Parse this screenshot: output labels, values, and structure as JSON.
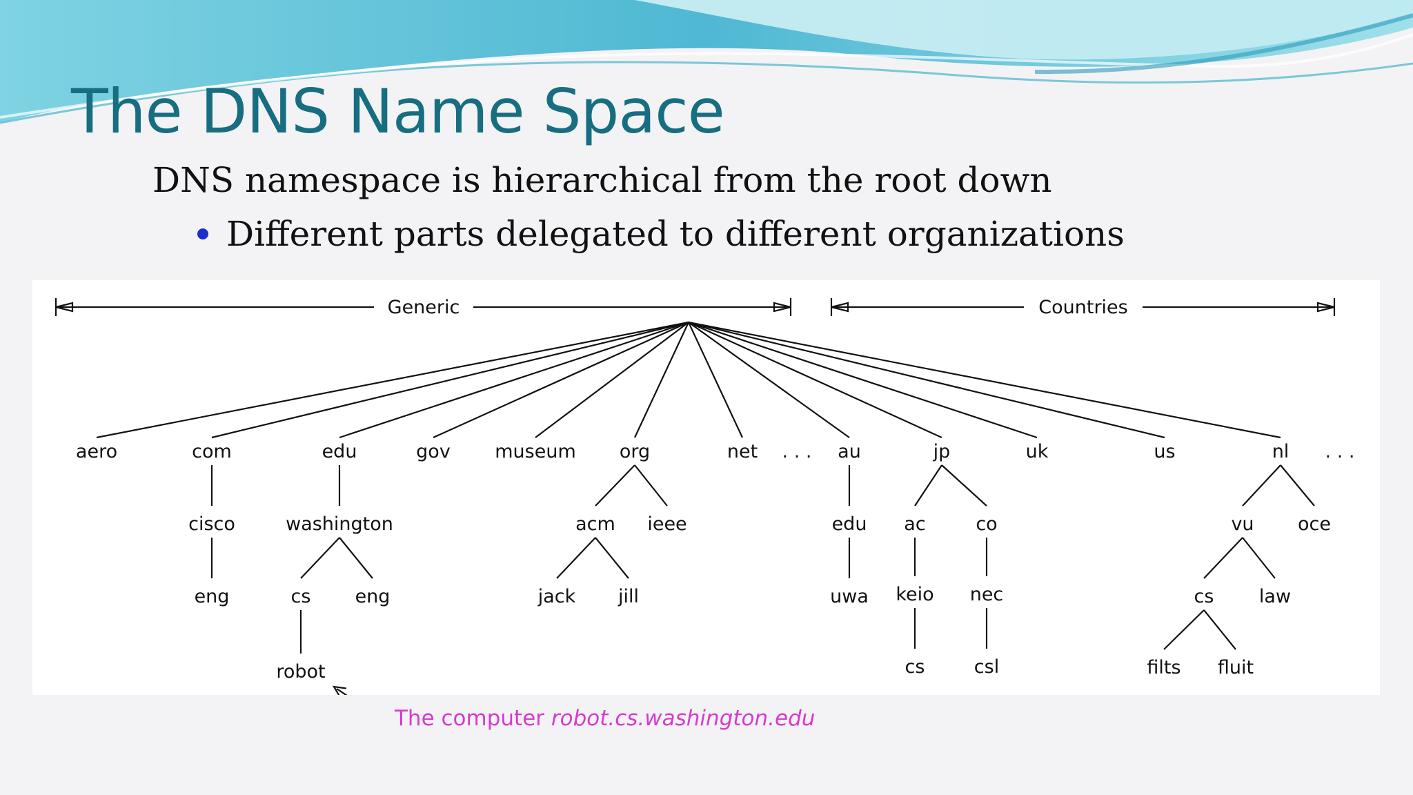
{
  "slide": {
    "title": "The DNS Name Space",
    "subtitle": "DNS namespace is hierarchical from the root down",
    "bullet": "Different parts delegated to different organizations",
    "caption_prefix": "The computer ",
    "caption_domain": "robot.cs.washington.edu"
  },
  "colors": {
    "title": "#176e80",
    "bullet": "#1f2ec8",
    "caption": "#d63bcf",
    "wave_light": "#bfeaf0",
    "wave_mid": "#5fc6d8",
    "wave_dark": "#2b9bbd"
  },
  "diagram": {
    "ranges": [
      {
        "id": "generic",
        "label": "Generic"
      },
      {
        "id": "countries",
        "label": "Countries"
      }
    ],
    "nodes": [
      {
        "id": "aero",
        "label": "aero"
      },
      {
        "id": "com",
        "label": "com"
      },
      {
        "id": "edu",
        "label": "edu"
      },
      {
        "id": "gov",
        "label": "gov"
      },
      {
        "id": "museum",
        "label": "museum"
      },
      {
        "id": "org",
        "label": "org"
      },
      {
        "id": "net",
        "label": "net"
      },
      {
        "id": "ellipsis1",
        "label": ". . ."
      },
      {
        "id": "au",
        "label": "au"
      },
      {
        "id": "jp",
        "label": "jp"
      },
      {
        "id": "uk",
        "label": "uk"
      },
      {
        "id": "us",
        "label": "us"
      },
      {
        "id": "nl",
        "label": "nl"
      },
      {
        "id": "ellipsis2",
        "label": ". . ."
      },
      {
        "id": "cisco",
        "label": "cisco"
      },
      {
        "id": "com-eng",
        "label": "eng"
      },
      {
        "id": "washington",
        "label": "washington"
      },
      {
        "id": "wash-cs",
        "label": "cs"
      },
      {
        "id": "wash-eng",
        "label": "eng"
      },
      {
        "id": "robot",
        "label": "robot"
      },
      {
        "id": "acm",
        "label": "acm"
      },
      {
        "id": "ieee",
        "label": "ieee"
      },
      {
        "id": "jack",
        "label": "jack"
      },
      {
        "id": "jill",
        "label": "jill"
      },
      {
        "id": "au-edu",
        "label": "edu"
      },
      {
        "id": "uwa",
        "label": "uwa"
      },
      {
        "id": "ac",
        "label": "ac"
      },
      {
        "id": "co",
        "label": "co"
      },
      {
        "id": "keio",
        "label": "keio"
      },
      {
        "id": "nec",
        "label": "nec"
      },
      {
        "id": "keio-cs",
        "label": "cs"
      },
      {
        "id": "csl",
        "label": "csl"
      },
      {
        "id": "vu",
        "label": "vu"
      },
      {
        "id": "oce",
        "label": "oce"
      },
      {
        "id": "vu-cs",
        "label": "cs"
      },
      {
        "id": "law",
        "label": "law"
      },
      {
        "id": "filts",
        "label": "filts"
      },
      {
        "id": "fluit",
        "label": "fluit"
      }
    ],
    "root_children": [
      "aero",
      "com",
      "edu",
      "gov",
      "museum",
      "org",
      "net",
      "au",
      "jp",
      "uk",
      "us",
      "nl"
    ],
    "edges": [
      [
        "com",
        "cisco"
      ],
      [
        "cisco",
        "com-eng"
      ],
      [
        "edu",
        "washington"
      ],
      [
        "washington",
        "wash-cs"
      ],
      [
        "washington",
        "wash-eng"
      ],
      [
        "wash-cs",
        "robot"
      ],
      [
        "org",
        "acm"
      ],
      [
        "org",
        "ieee"
      ],
      [
        "acm",
        "jack"
      ],
      [
        "acm",
        "jill"
      ],
      [
        "au",
        "au-edu"
      ],
      [
        "au-edu",
        "uwa"
      ],
      [
        "jp",
        "ac"
      ],
      [
        "jp",
        "co"
      ],
      [
        "ac",
        "keio"
      ],
      [
        "co",
        "nec"
      ],
      [
        "keio",
        "keio-cs"
      ],
      [
        "nec",
        "csl"
      ],
      [
        "nl",
        "vu"
      ],
      [
        "nl",
        "oce"
      ],
      [
        "vu",
        "vu-cs"
      ],
      [
        "vu",
        "law"
      ],
      [
        "vu-cs",
        "filts"
      ],
      [
        "vu-cs",
        "fluit"
      ]
    ]
  }
}
